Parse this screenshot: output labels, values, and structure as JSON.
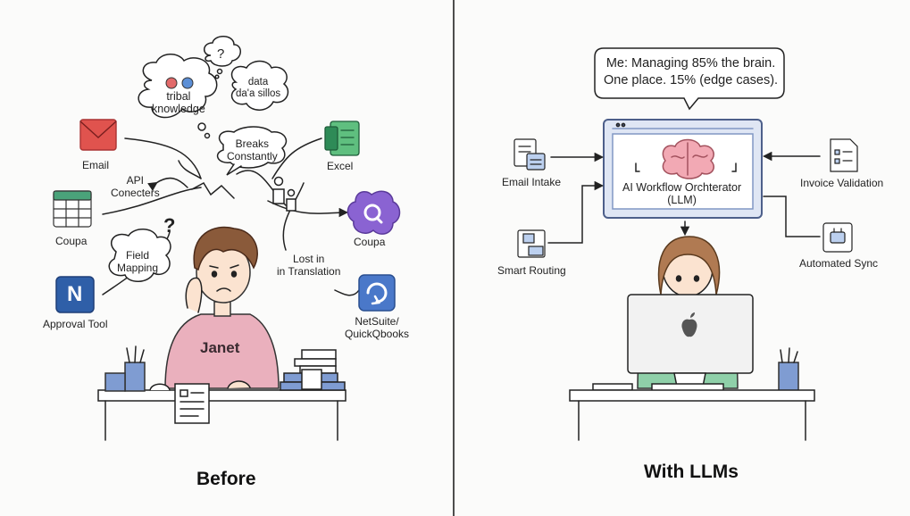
{
  "before": {
    "heading": "Before",
    "person_name": "Janet",
    "clouds": {
      "tribal": [
        "tribal",
        "knowledge"
      ],
      "silos": [
        "data",
        "da'a sillos"
      ],
      "question": "?",
      "breaks": [
        "Breaks",
        "Constantly"
      ],
      "field": [
        "Field",
        "Mapping"
      ]
    },
    "labels": {
      "api": [
        "API",
        "Conecters"
      ],
      "lost": [
        "Lost in",
        "in Translation"
      ],
      "question_mark": "?"
    },
    "tools": {
      "email": "Email",
      "coupa_left": "Coupa",
      "approval": "Approval Tool",
      "excel": "Excel",
      "coupa_right": "Coupa",
      "netsuite": [
        "NetSuite/",
        "QuickQbooks"
      ],
      "approval_letter": "N"
    }
  },
  "after": {
    "heading": "With LLMs",
    "speech": [
      "Me: Managing 85% the brain.",
      "One place. 15% (edge cases)."
    ],
    "monitor": [
      "AI Workflow Orchterator",
      "(LLM)"
    ],
    "inputs": {
      "email_intake": "Email Intake",
      "smart_routing": "Smart Routing",
      "invoice_validation": "Invoice Validation",
      "automated_sync": "Automated Sync"
    }
  },
  "colors": {
    "email_red": "#e0534e",
    "excel_green": "#2e8b57",
    "coupa_purple": "#8a63d2",
    "approval_blue": "#2f5fa8",
    "netsuite_blue": "#4a78c9",
    "sweater_pink": "#eab0bd",
    "hair_brown": "#8a5a3a",
    "brain_pink": "#f2a9b4",
    "monitor_blue": "#8097c4"
  }
}
